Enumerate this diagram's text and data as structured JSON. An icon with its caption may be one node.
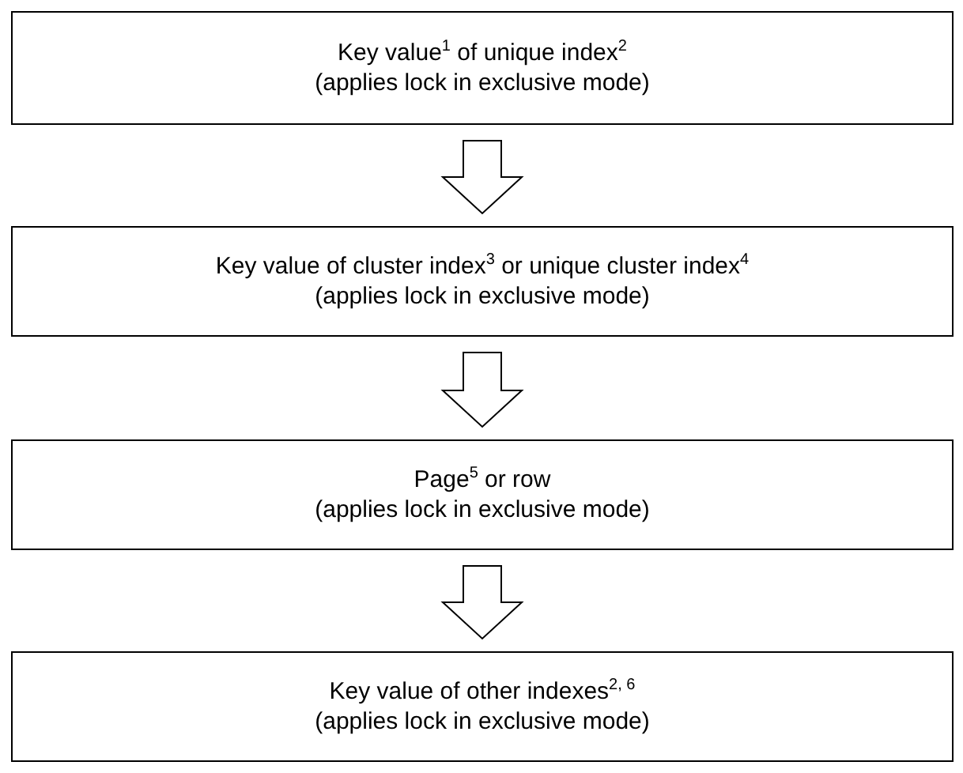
{
  "diagram": {
    "nodes": [
      {
        "text": [
          "Key value$^{1}$ of unique index$^{2}$",
          "(applies lock in exclusive mode)"
        ]
      },
      {
        "text": [
          "Key value of cluster index$^{3}$ or unique cluster index$^{4}$",
          "(applies lock in exclusive mode)"
        ]
      },
      {
        "text": [
          "Page$^{5}$ or row",
          "(applies lock in exclusive mode)"
        ]
      },
      {
        "text": [
          "Key value of other indexes$^{2, 6}$",
          "(applies lock in exclusive mode)"
        ]
      }
    ],
    "edges": [
      {
        "from": 0,
        "to": 1,
        "arrow": "to"
      },
      {
        "from": 1,
        "to": 2,
        "arrow": "to"
      },
      {
        "from": 2,
        "to": 3,
        "arrow": "to"
      }
    ]
  }
}
